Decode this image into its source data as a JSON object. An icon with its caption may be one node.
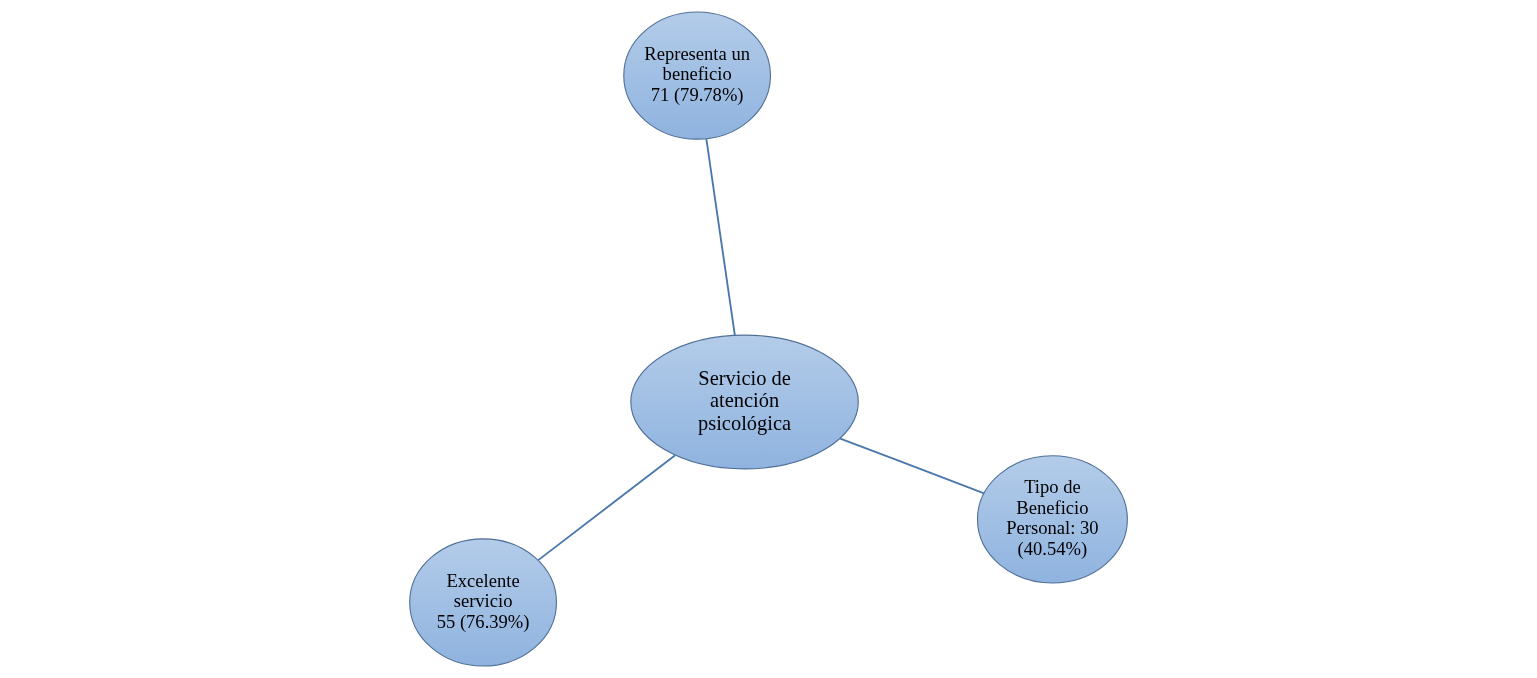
{
  "diagram": {
    "nodes": [
      {
        "text": [
          "Excelente servicio",
          "55 (76.39%)"
        ]
      },
      {
        "text": [
          "Tipo de Beneficio",
          "Personal: 30 (40.54%)"
        ]
      },
      {
        "text": [
          "Servicio de atención psicológica"
        ]
      },
      {
        "text": [
          "Representa un beneficio",
          "71 (79.78%)"
        ]
      }
    ],
    "edges": [
      {
        "from": 2,
        "to": 0,
        "arrow": "none"
      },
      {
        "from": 2,
        "to": 1,
        "arrow": "none"
      },
      {
        "from": 2,
        "to": 3,
        "arrow": "none"
      }
    ]
  }
}
